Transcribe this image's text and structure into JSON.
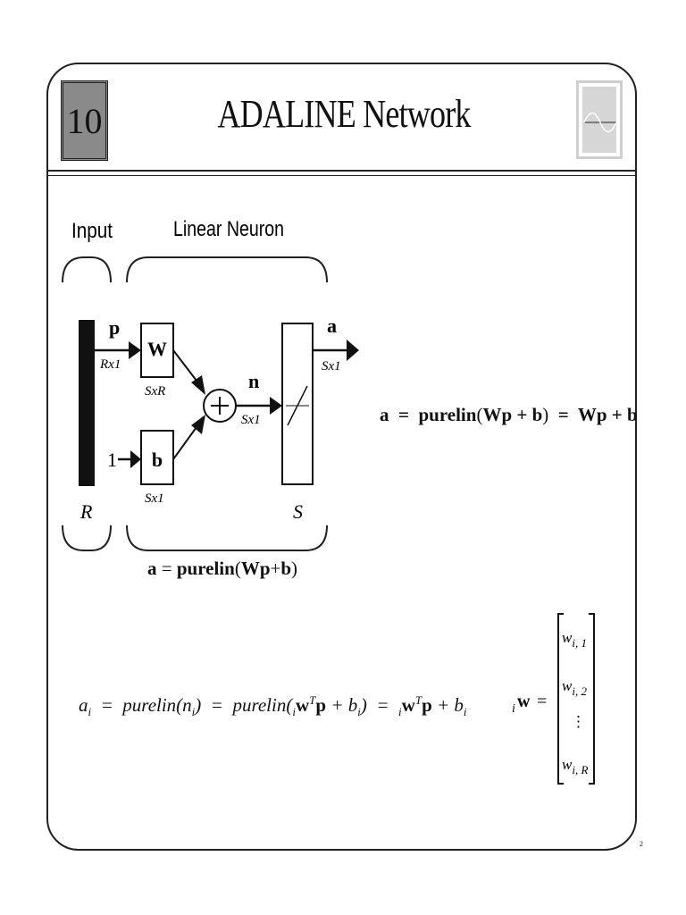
{
  "header": {
    "chapter_number": "10",
    "title": "ADALINE Network",
    "logo_icon": "sine-wave-logo-icon"
  },
  "diagram": {
    "input_label": "Input",
    "neuron_label": "Linear Neuron",
    "input_symbol": "p",
    "input_dim": "Rx1",
    "weight_symbol": "W",
    "weight_dim": "SxR",
    "bias_symbol": "b",
    "bias_dim": "Sx1",
    "bias_input": "1",
    "net_symbol": "n",
    "net_dim": "Sx1",
    "output_symbol": "a",
    "output_dim": "Sx1",
    "input_size": "R",
    "layer_size": "S",
    "caption": "a = purelin(Wp+b)"
  },
  "equations": {
    "layer_output": "a = purelin(Wp + b) = Wp + b",
    "neuron_output": "a_i = purelin(n_i) = purelin(iw^T p + b_i) = iw^T p + b_i",
    "row_vector_label": "iw =",
    "row_vector_entries": [
      "w_i,1",
      "w_i,2",
      "⋮",
      "w_i,R"
    ]
  },
  "page_number": "2"
}
